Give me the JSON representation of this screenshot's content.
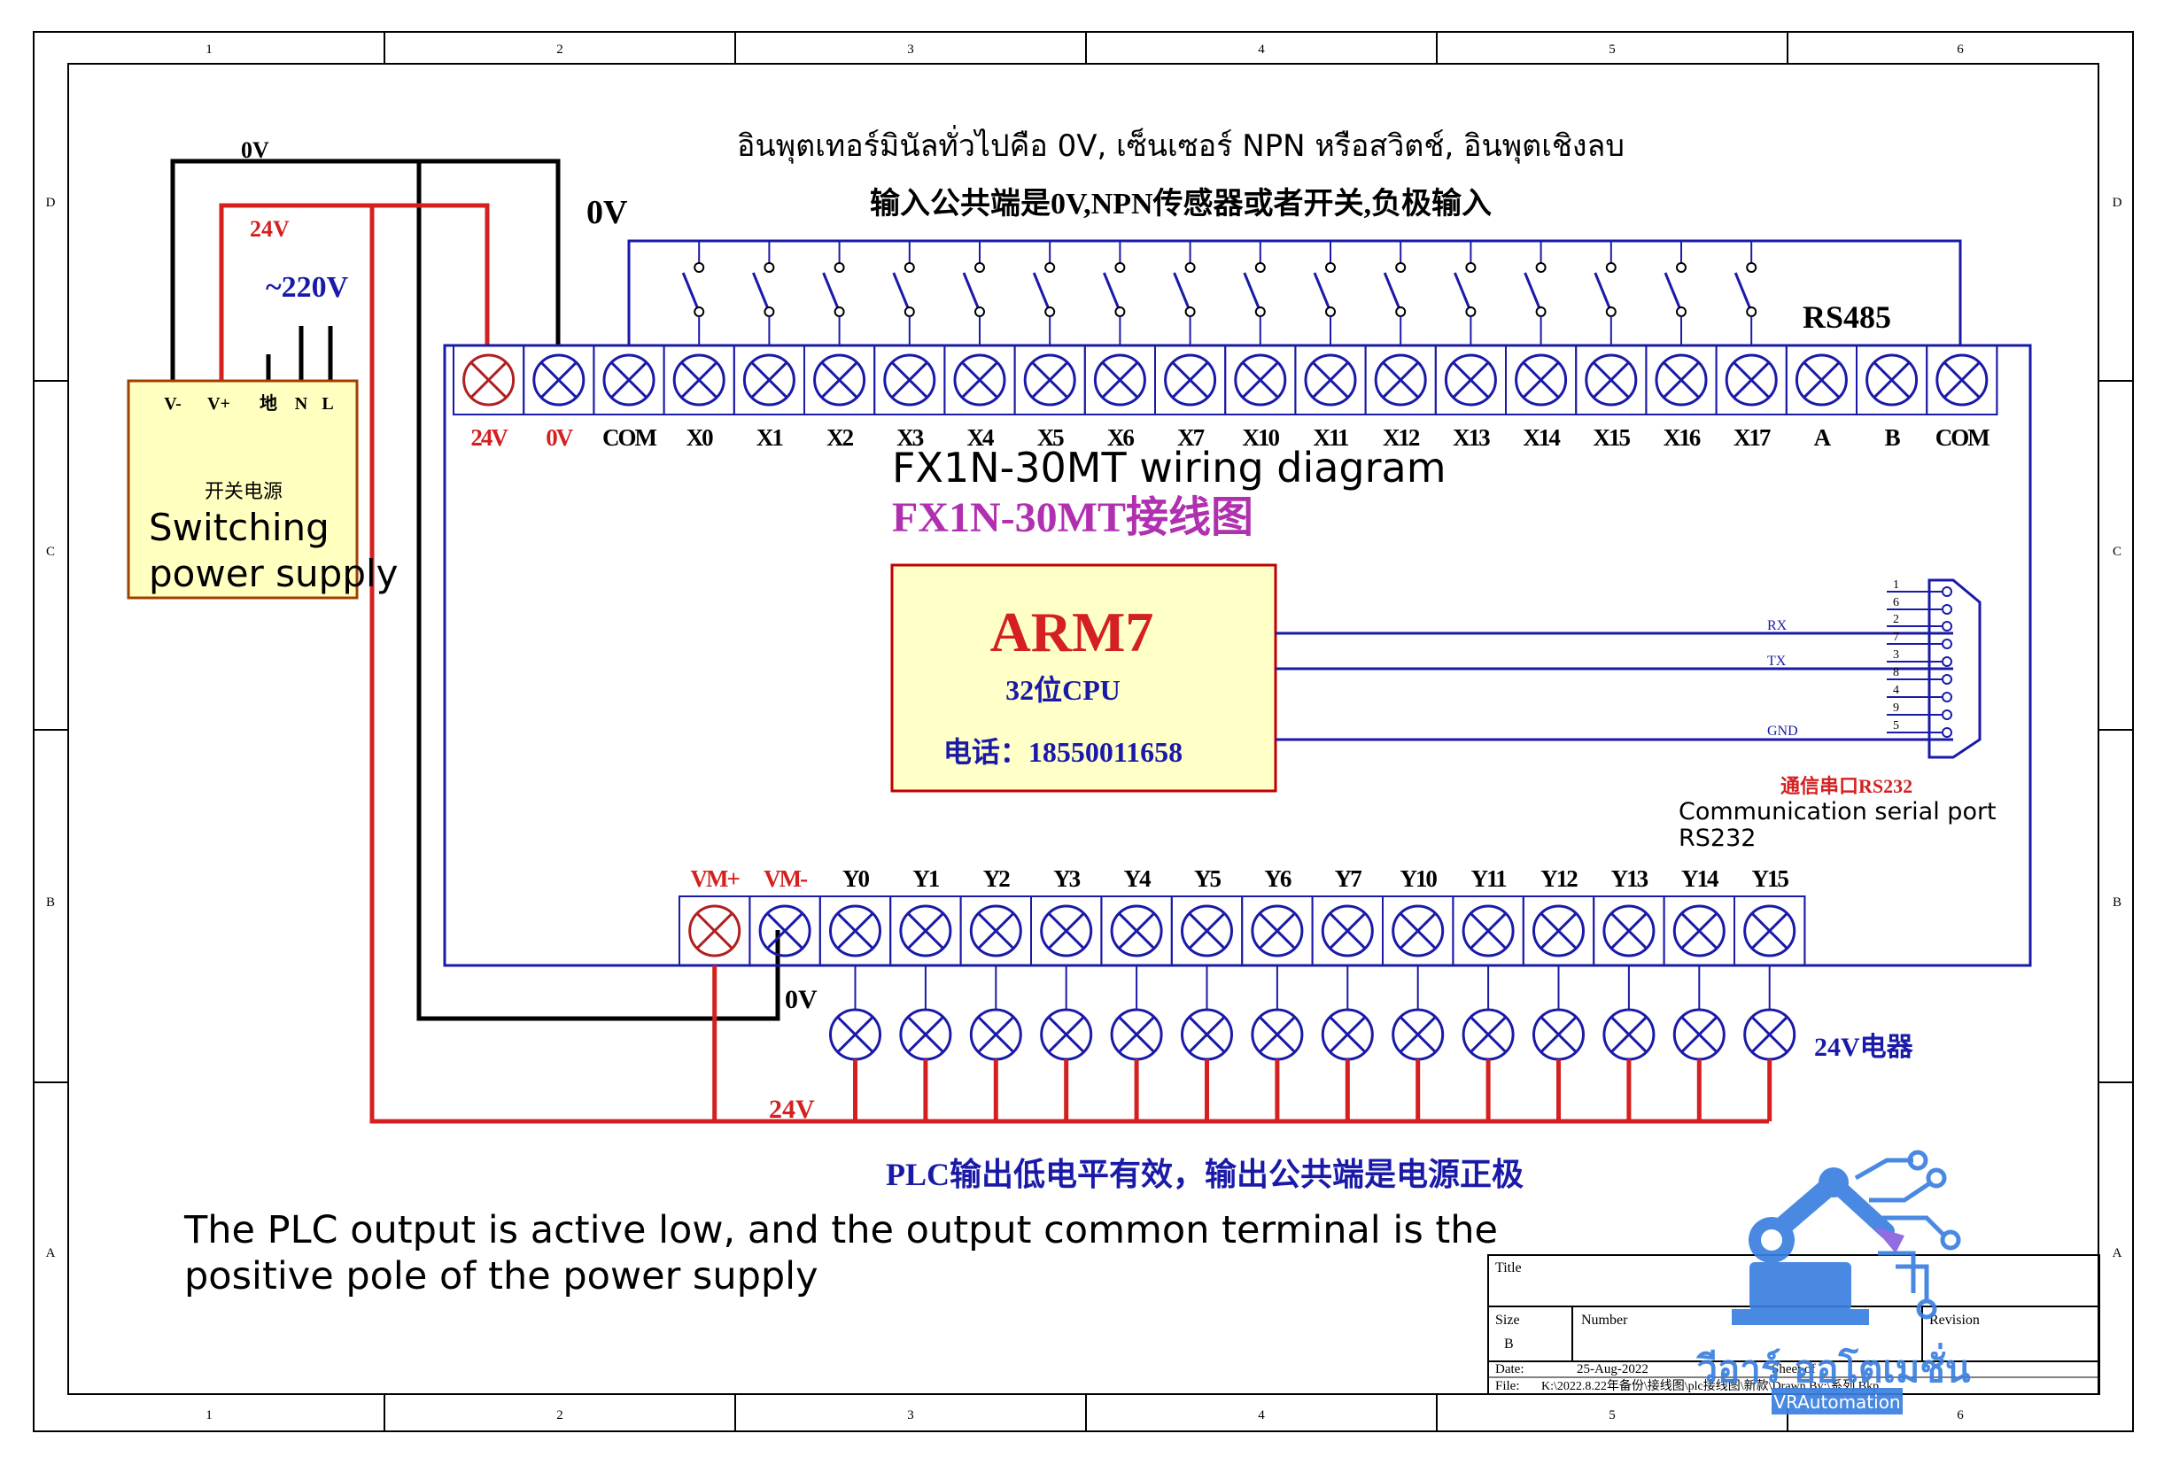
{
  "frame": {
    "columns": [
      "1",
      "2",
      "3",
      "4",
      "5",
      "6"
    ],
    "rows": [
      "D",
      "C",
      "B",
      "A"
    ]
  },
  "power_supply": {
    "label_zh": "开关电源",
    "label_en_line1": "Switching",
    "label_en_line2": "power supply",
    "terminals": [
      "V-",
      "V+",
      "地",
      "N",
      "L"
    ],
    "ac_label": "~220V",
    "wire_0v": "0V",
    "wire_24v": "24V"
  },
  "notes": {
    "thai_input": "อินพุตเทอร์มินัลทั่วไปคือ 0V, เซ็นเซอร์ NPN หรือสวิตช์, อินพุตเชิงลบ",
    "zh_input": "输入公共端是0V,NPN传感器或者开关,负极输入",
    "input_0v": "0V",
    "rs485": "RS485",
    "zh_output": "PLC输出低电平有效，输出公共端是电源正极",
    "en_output_line1": "The PLC output is active low, and the output common terminal is the",
    "en_output_line2": "positive pole of the power supply",
    "output_0v": "0V",
    "output_24v": "24V",
    "load_label": "24V电器"
  },
  "input_terminals": [
    "24V",
    "0V",
    "COM",
    "X0",
    "X1",
    "X2",
    "X3",
    "X4",
    "X5",
    "X6",
    "X7",
    "X10",
    "X11",
    "X12",
    "X13",
    "X14",
    "X15",
    "X16",
    "X17",
    "A",
    "B",
    "COM"
  ],
  "title": {
    "en": "FX1N-30MT wiring diagram",
    "zh": "FX1N-30MT接线图"
  },
  "cpu": {
    "name": "ARM7",
    "sub": "32位CPU",
    "phone": "电话：18550011658"
  },
  "serial": {
    "pins_left": [
      "1",
      "6",
      "2",
      "7",
      "3",
      "8",
      "4",
      "9",
      "5"
    ],
    "signals": [
      "RX",
      "TX",
      "GND"
    ],
    "label_zh": "通信串口RS232",
    "label_en_line1": "Communication serial port",
    "label_en_line2": "RS232"
  },
  "output_terminals": [
    "VM+",
    "VM-",
    "Y0",
    "Y1",
    "Y2",
    "Y3",
    "Y4",
    "Y5",
    "Y6",
    "Y7",
    "Y10",
    "Y11",
    "Y12",
    "Y13",
    "Y14",
    "Y15"
  ],
  "title_block": {
    "title_label": "Title",
    "size_label": "Size",
    "size_value": "B",
    "number_label": "Number",
    "revision_label": "Revision",
    "date_label": "Date:",
    "date_value": "25-Aug-2022",
    "file_label": "File:",
    "file_value": "K:\\2022.8.22年备份\\接线图\\plc接线图\\新款\\Drawn By:\\系列.Bkp",
    "sheet_of": "Sheet of"
  },
  "watermark": {
    "text_th": "วีอาร์ ออโตเมชั่น",
    "text_en": "VRAutomation"
  },
  "colors": {
    "frame": "#000000",
    "plc": "#1a1aa8",
    "red_wire": "#d42020",
    "black_wire": "#000000",
    "cpu_fill": "#ffffc8",
    "cpu_border": "#c00000",
    "psu_fill": "#ffffc0",
    "psu_border": "#a04000",
    "title_zh": "#b030b0",
    "watermark": "#3a7fe0"
  }
}
